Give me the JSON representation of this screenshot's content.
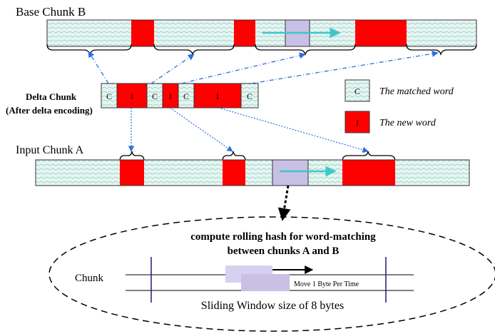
{
  "diagram": {
    "base_chunk_label": "Base Chunk B",
    "delta_chunk_label_line1": "Delta Chunk",
    "delta_chunk_label_line2": "(After delta encoding)",
    "input_chunk_label": "Input Chunk A",
    "delta_cells": [
      "C",
      "I",
      "C",
      "I",
      "C",
      "I",
      "C"
    ],
    "legend": {
      "matched_symbol": "C",
      "matched_text": "The matched word",
      "new_symbol": "I",
      "new_text": "The new word"
    },
    "ellipse": {
      "title_line1": "compute rolling hash for word-matching",
      "title_line2": "between chunks A and B",
      "chunk_label": "Chunk",
      "move_label": "Move 1 Byte Per Time",
      "window_label": "Sliding Window size of 8 bytes"
    },
    "colors": {
      "matched": "#dff2ee",
      "matched_pattern": "#9fd3c6",
      "new": "#ff0000",
      "window": "#c9c0e6",
      "arrow_blue": "#2f6fe0",
      "arrow_cyan": "#3cc8c8",
      "ellipse_line": "#000000",
      "ellipse_marker": "#1a1a7a"
    }
  }
}
